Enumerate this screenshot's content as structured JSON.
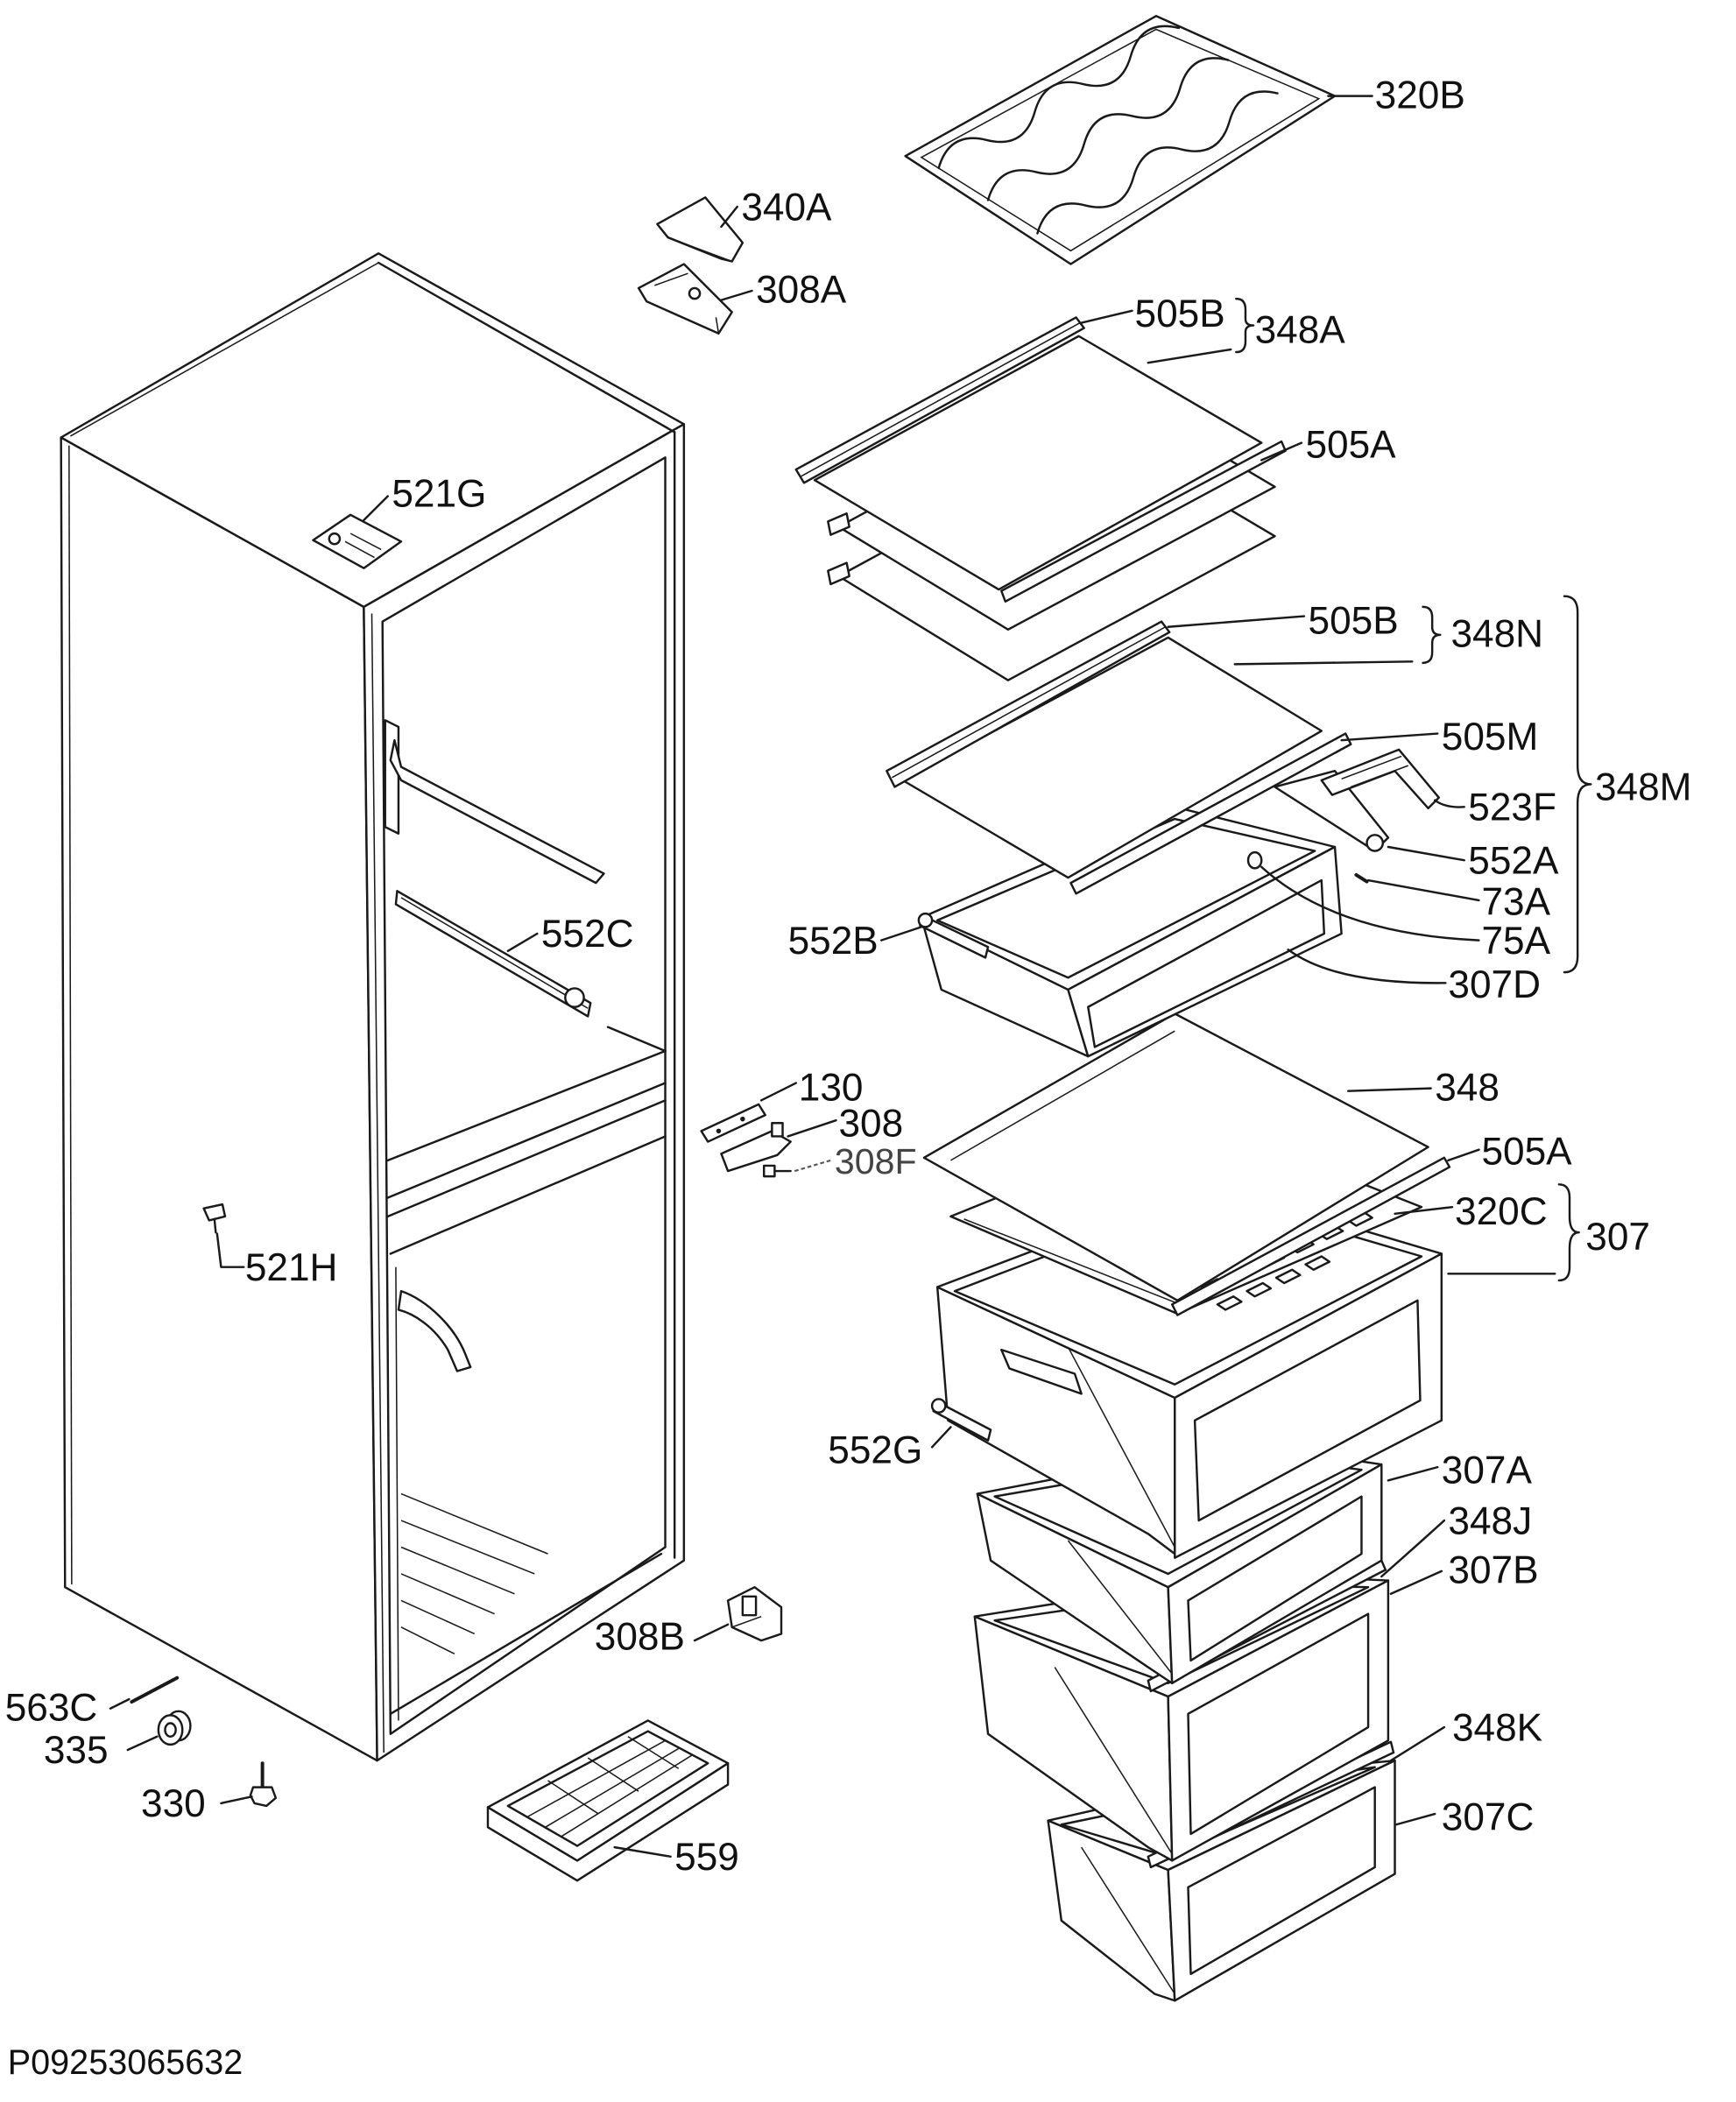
{
  "callouts": [
    "320B",
    "340A",
    "308A",
    "505B",
    "348A",
    "505A",
    "521G",
    "505B",
    "348N",
    "505M",
    "523F",
    "348M",
    "552A",
    "73A",
    "75A",
    "552B",
    "307D",
    "552C",
    "130",
    "308",
    "308F",
    "348",
    "505A",
    "320C",
    "307",
    "521H",
    "552G",
    "307A",
    "348J",
    "307B",
    "308B",
    "563C",
    "335",
    "348K",
    "330",
    "559",
    "307C"
  ],
  "drawing_code": "P09253065632",
  "colors": {
    "line": "#1a1a1a",
    "background": "#ffffff"
  }
}
